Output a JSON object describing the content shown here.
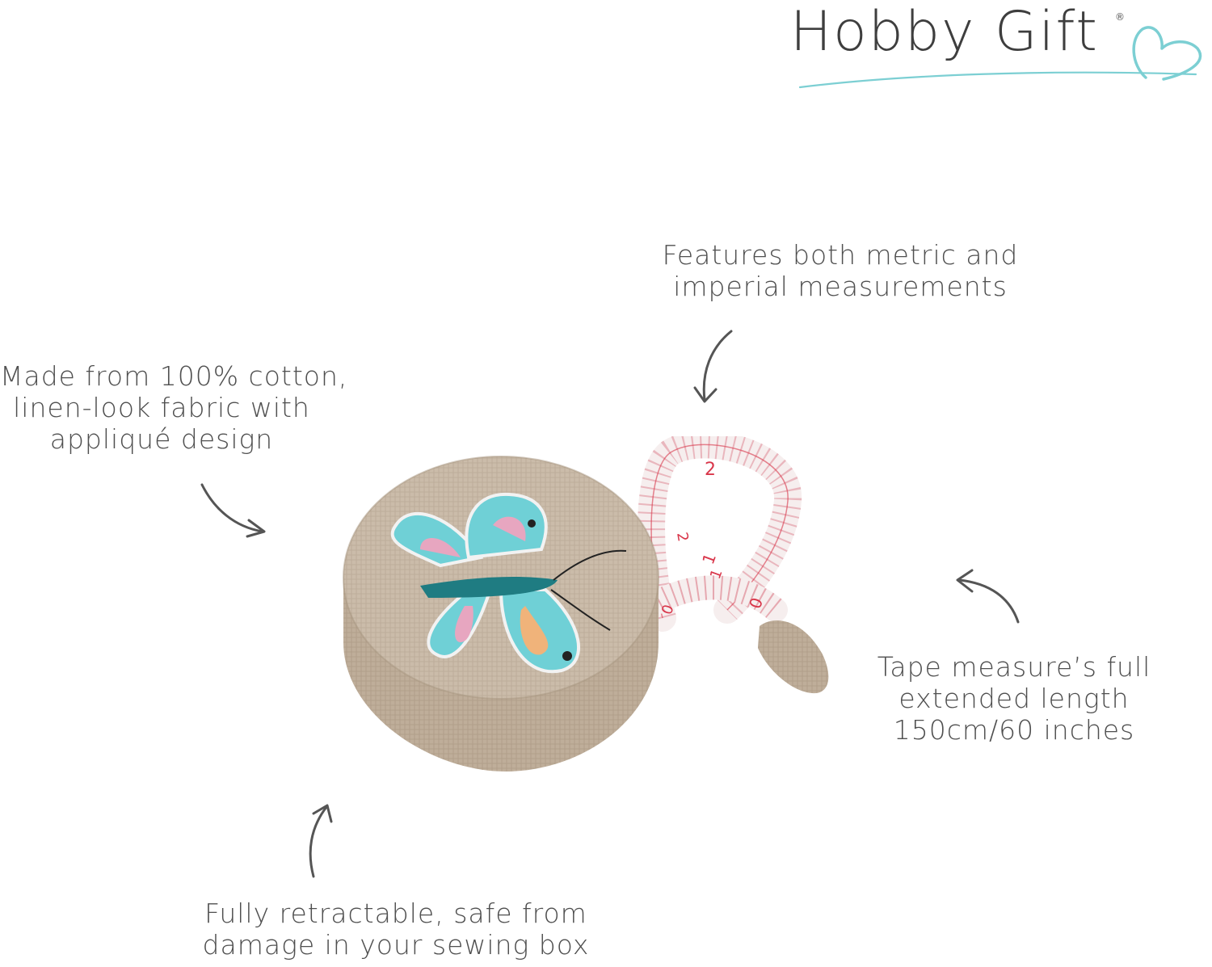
{
  "brand": {
    "name": "Hobby Gift",
    "registered_mark": "®"
  },
  "annotations": {
    "metric": {
      "lines": [
        "Features both metric and",
        "imperial measurements"
      ]
    },
    "fabric": {
      "lines": [
        "Made from 100% cotton,",
        "linen-look fabric with",
        "appliqué design"
      ]
    },
    "length": {
      "lines": [
        "Tape measure’s full",
        "extended length",
        "150cm/60 inches"
      ]
    },
    "retractable": {
      "lines": [
        "Fully retractable, safe from",
        "damage in your sewing box"
      ]
    }
  },
  "tape_labels": [
    "2",
    "1",
    "0",
    "2",
    "1",
    "0"
  ],
  "colors": {
    "text": "#4f4f4f",
    "logo_accent": "#7ccfd3",
    "linen": "#cbbcaa",
    "felt_turquoise": "#6fd0d6",
    "body_teal": "#1f7c82",
    "tape_red": "#d9364a"
  },
  "icons": [
    "heart-swoosh-icon",
    "curved-arrow-icon"
  ]
}
